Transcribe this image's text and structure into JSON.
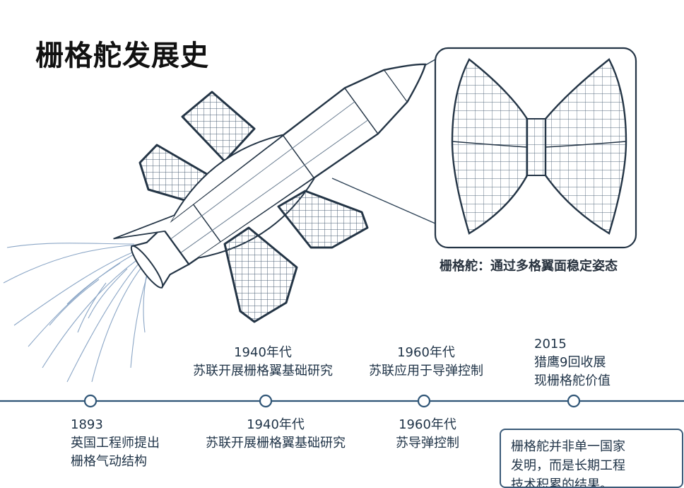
{
  "title": "栅格舵发展史",
  "caption": "栅格舵：通过多格翼面稳定姿态",
  "timeline": {
    "upper": [
      {
        "year": "1940年代",
        "text": "苏联开展栅格翼基础研究"
      },
      {
        "year": "1960年代",
        "text": "苏联应用于导弹控制"
      },
      {
        "year": "2015",
        "text": "猎鹰9回收展",
        "text2": "现栅格舵价值"
      }
    ],
    "lower": [
      {
        "year": "1893",
        "text": "英国工程师提出",
        "text2": "栅格气动结构"
      },
      {
        "year": "1940年代",
        "text": "苏联开展栅格翼基础研究"
      },
      {
        "year": "1960年代",
        "text": "苏导弹控制"
      }
    ]
  },
  "note": {
    "line1": "栅格舵并非单一国家",
    "line2": "发明，而是长期工程",
    "line3": "技术积累的结果。"
  },
  "colors": {
    "line": "#2f5576",
    "ink": "#1f2a36",
    "fin": "#41556b"
  }
}
